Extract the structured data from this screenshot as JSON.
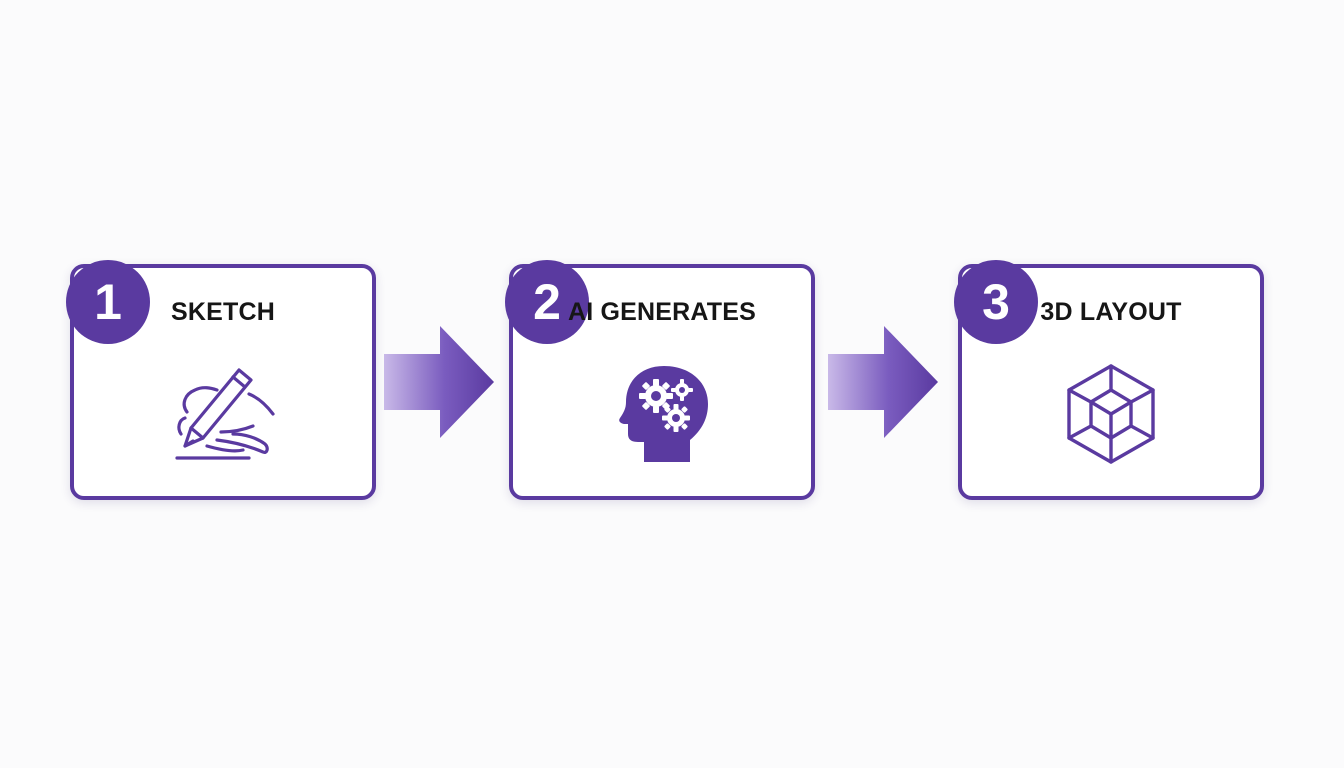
{
  "steps": [
    {
      "number": "1",
      "title": "SKETCH",
      "icon": "hand-drawing-pencil-icon"
    },
    {
      "number": "2",
      "title": "AI GENERATES",
      "icon": "head-gears-icon"
    },
    {
      "number": "3",
      "title": "3D LAYOUT",
      "icon": "wireframe-cube-icon"
    }
  ],
  "arrows": [
    {
      "from": "1",
      "to": "2"
    },
    {
      "from": "2",
      "to": "3"
    }
  ],
  "colors": {
    "accent": "#5a3aa0",
    "arrow_fade": "#c9b9e8",
    "title_text": "#161616",
    "background": "#fbfbfc"
  }
}
